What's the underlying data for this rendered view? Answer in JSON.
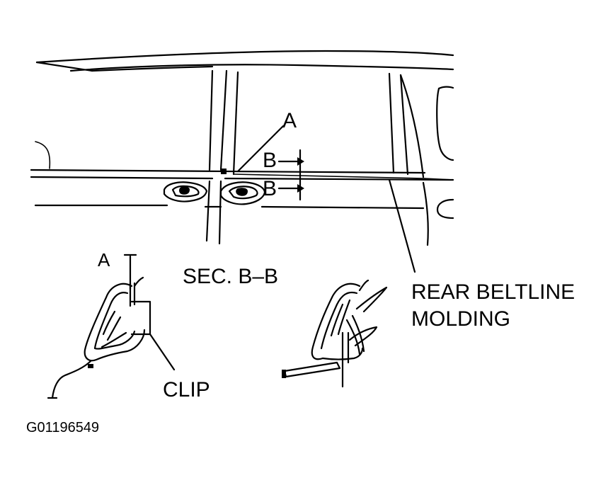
{
  "labels": {
    "point_a_top": "A",
    "arrow_b_upper": "B",
    "arrow_b_lower": "B",
    "point_a_section": "A",
    "section_title": "SEC. B–B",
    "molding_line1": "REAR BELTLINE",
    "molding_line2": "MOLDING",
    "clip": "CLIP",
    "figure_id": "G01196549"
  }
}
